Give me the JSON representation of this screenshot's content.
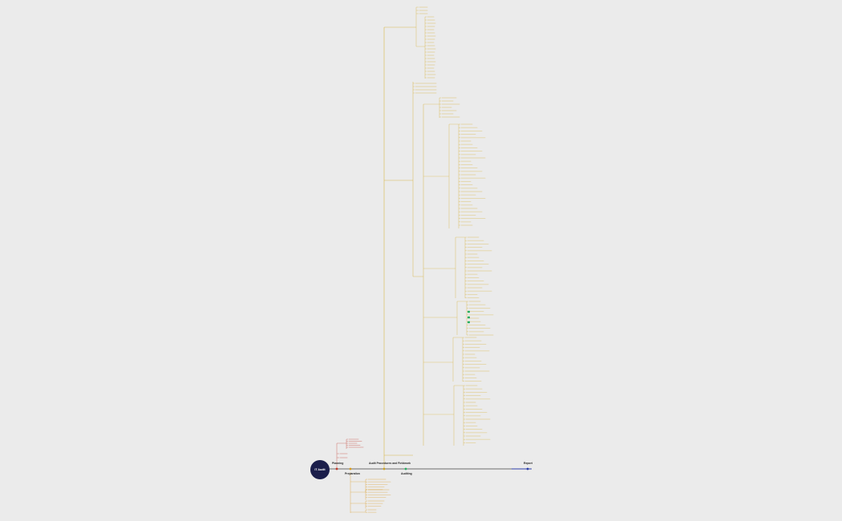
{
  "root": {
    "label": "IT Audit"
  },
  "phases": [
    {
      "label": "Planning",
      "sub": "",
      "color": "#c0392b"
    },
    {
      "label": "Preparation",
      "sub": "",
      "color": "#d99a1c"
    },
    {
      "label": "Audit Procedures and Fieldwork",
      "sub": "",
      "color": "#c9a227"
    },
    {
      "label": "Auditing",
      "sub": "",
      "color": "#27ae60"
    },
    {
      "label": "Report",
      "sub": "",
      "color": "#2c3ea8"
    }
  ]
}
